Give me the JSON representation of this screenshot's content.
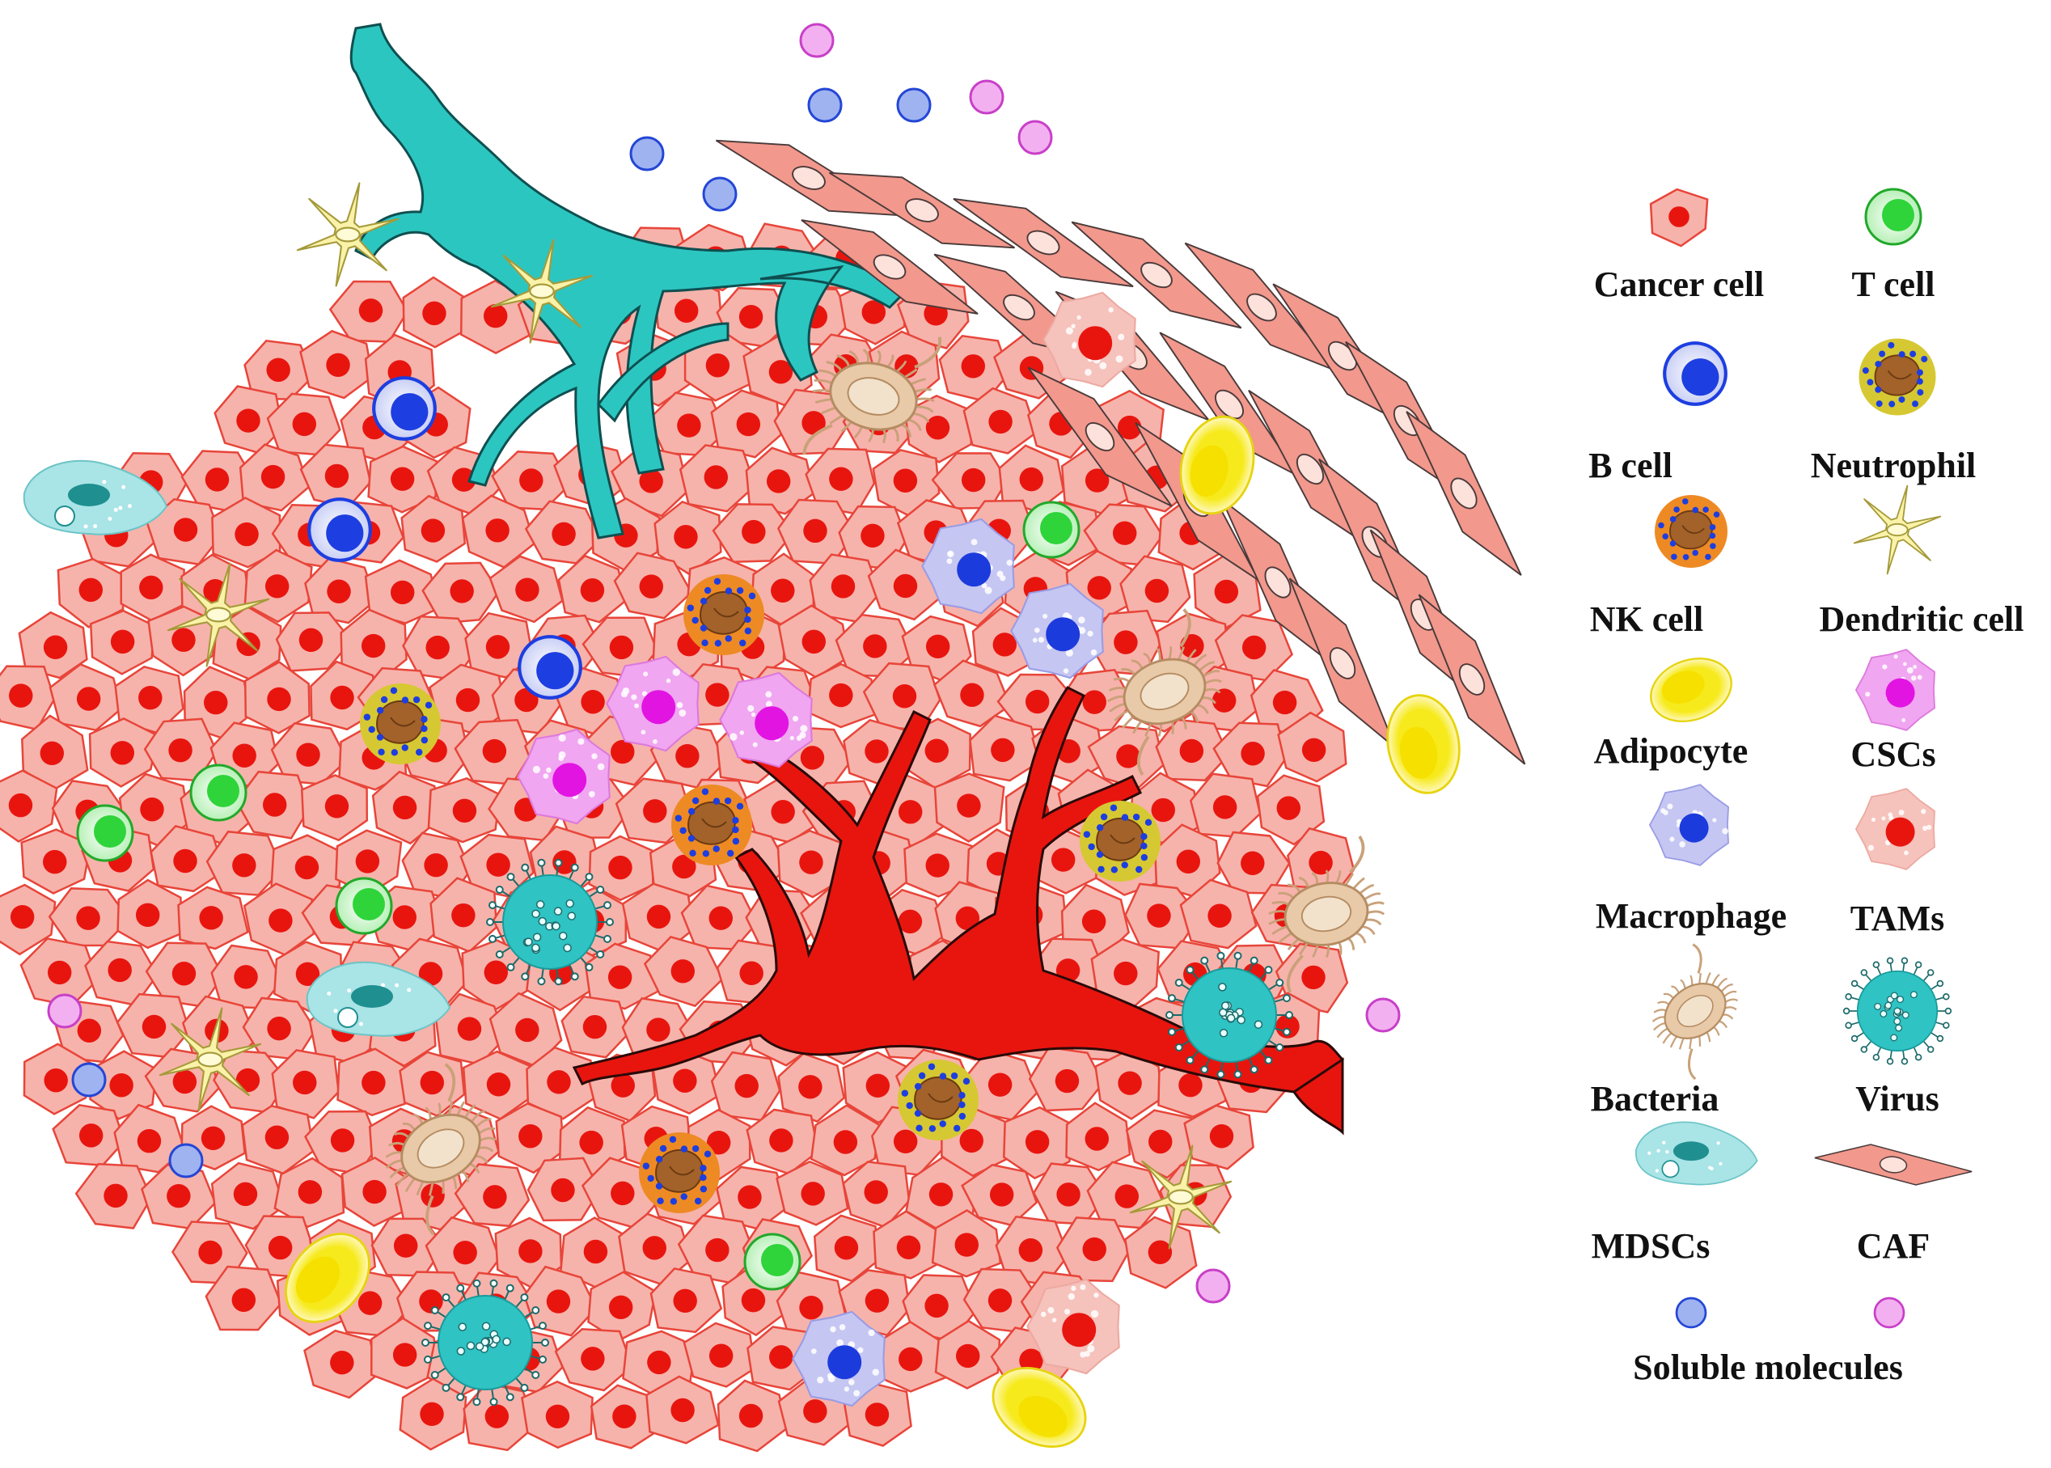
{
  "colors": {
    "cancer_fill": "#f6b3ab",
    "cancer_stroke": "#e8453a",
    "nucleus": "#e8150f",
    "vessel_blue": "#2cc6c1",
    "vessel_red": "#e8150f",
    "t_cell": "#2fd43a",
    "b_cell": "#1d3ee0",
    "neutrophil_ring": "#d6c832",
    "nk_ring": "#ee8a24",
    "granule": "#1d3ee0",
    "dendritic": "#faf2a8",
    "adipocyte": "#f6ea1c",
    "csc": "#f0a6f0",
    "macrophage": "#c5c6f2",
    "tam": "#f6c2bc",
    "bacteria": "#e8c9a8",
    "virus": "#2fc3c3",
    "mdsc": "#a9e4e6",
    "caf": "#f2988c",
    "soluble_blue": "#9fb3f0",
    "soluble_pink": "#f3b0f0"
  },
  "legend": {
    "cancer_cell": "Cancer cell",
    "t_cell": "T cell",
    "b_cell": "B cell",
    "neutrophil": "Neutrophil",
    "nk_cell": "NK cell",
    "dendritic_cell": "Dendritic cell",
    "adipocyte": "Adipocyte",
    "cscs": "CSCs",
    "macrophage": "Macrophage",
    "tams": "TAMs",
    "bacteria": "Bacteria",
    "virus": "Virus",
    "mdscs": "MDSCs",
    "caf": "CAF",
    "soluble_molecules": "Soluble molecules"
  }
}
